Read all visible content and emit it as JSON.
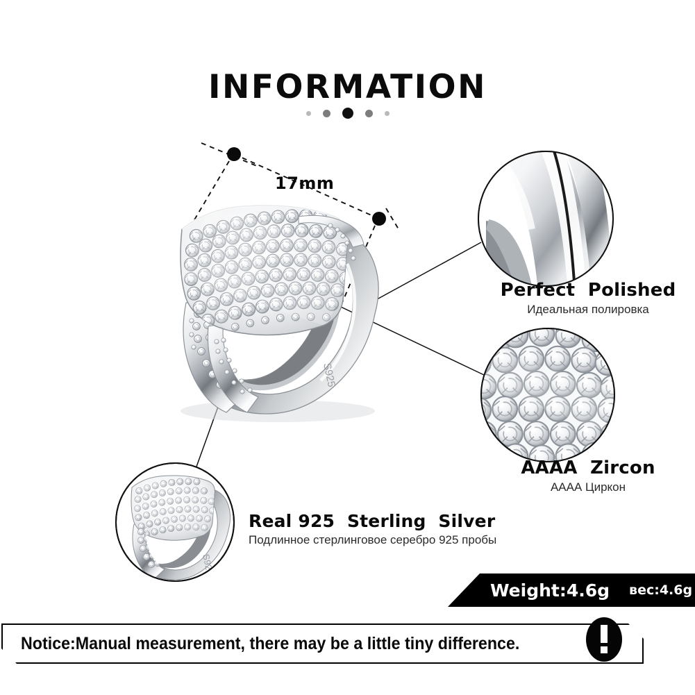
{
  "header": {
    "title": "INFORMATION",
    "dots": [
      {
        "size": 7,
        "color": "#b9b9b9"
      },
      {
        "size": 11,
        "color": "#7d7d7d"
      },
      {
        "size": 16,
        "color": "#101010"
      },
      {
        "size": 11,
        "color": "#7d7d7d"
      },
      {
        "size": 7,
        "color": "#b9b9b9"
      }
    ]
  },
  "measurement": {
    "label": "17mm",
    "icon": "dimension-dot"
  },
  "features": [
    {
      "id": "perfect-polished",
      "title": "Perfect  Polished",
      "subtitle": "Идеальная полировка",
      "callout_icon": "polished-band-closeup"
    },
    {
      "id": "aaaa-zircon",
      "title": "AAAA  Zircon",
      "subtitle": "АААА Циркон",
      "callout_icon": "pave-stones-closeup"
    },
    {
      "id": "real-925-sterling-silver",
      "title": "Real 925  Sterling  Silver",
      "subtitle": "Подлинное стерлинговое серебро 925 пробы",
      "callout_icon": "full-ring-closeup"
    }
  ],
  "product": {
    "hallmark": "S925",
    "icon": "pave-cushion-ring"
  },
  "weight": {
    "label_en": "Weight:4.6g",
    "label_ru": "вес:4.6g",
    "background": "#000000",
    "text_color": "#ffffff"
  },
  "notice": {
    "text": "Notice:Manual measurement, there may be a little tiny difference.",
    "icon": "exclamation-icon"
  }
}
